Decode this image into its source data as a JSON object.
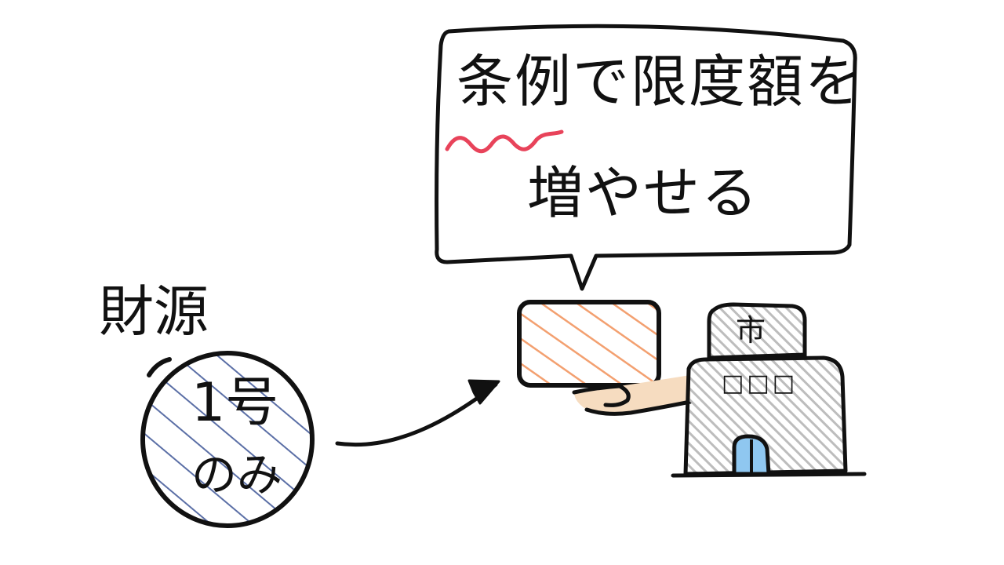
{
  "speech_bubble": {
    "line1": "条例で限度額を",
    "line2": "増やせる"
  },
  "funding_source": {
    "label": "財源",
    "circle_text_1": "1号",
    "circle_text_2": "のみ"
  },
  "city_hall": {
    "sign": "市",
    "windows": "□□□"
  },
  "colors": {
    "ink": "#111111",
    "underline_red": "#e8435a",
    "circle_hatch_blue": "#5b6fa6",
    "board_hatch_orange": "#f3a070",
    "building_gray": "#bdbdbd",
    "door_blue": "#8fc7f0",
    "hand_skin": "#f6dcc0"
  }
}
